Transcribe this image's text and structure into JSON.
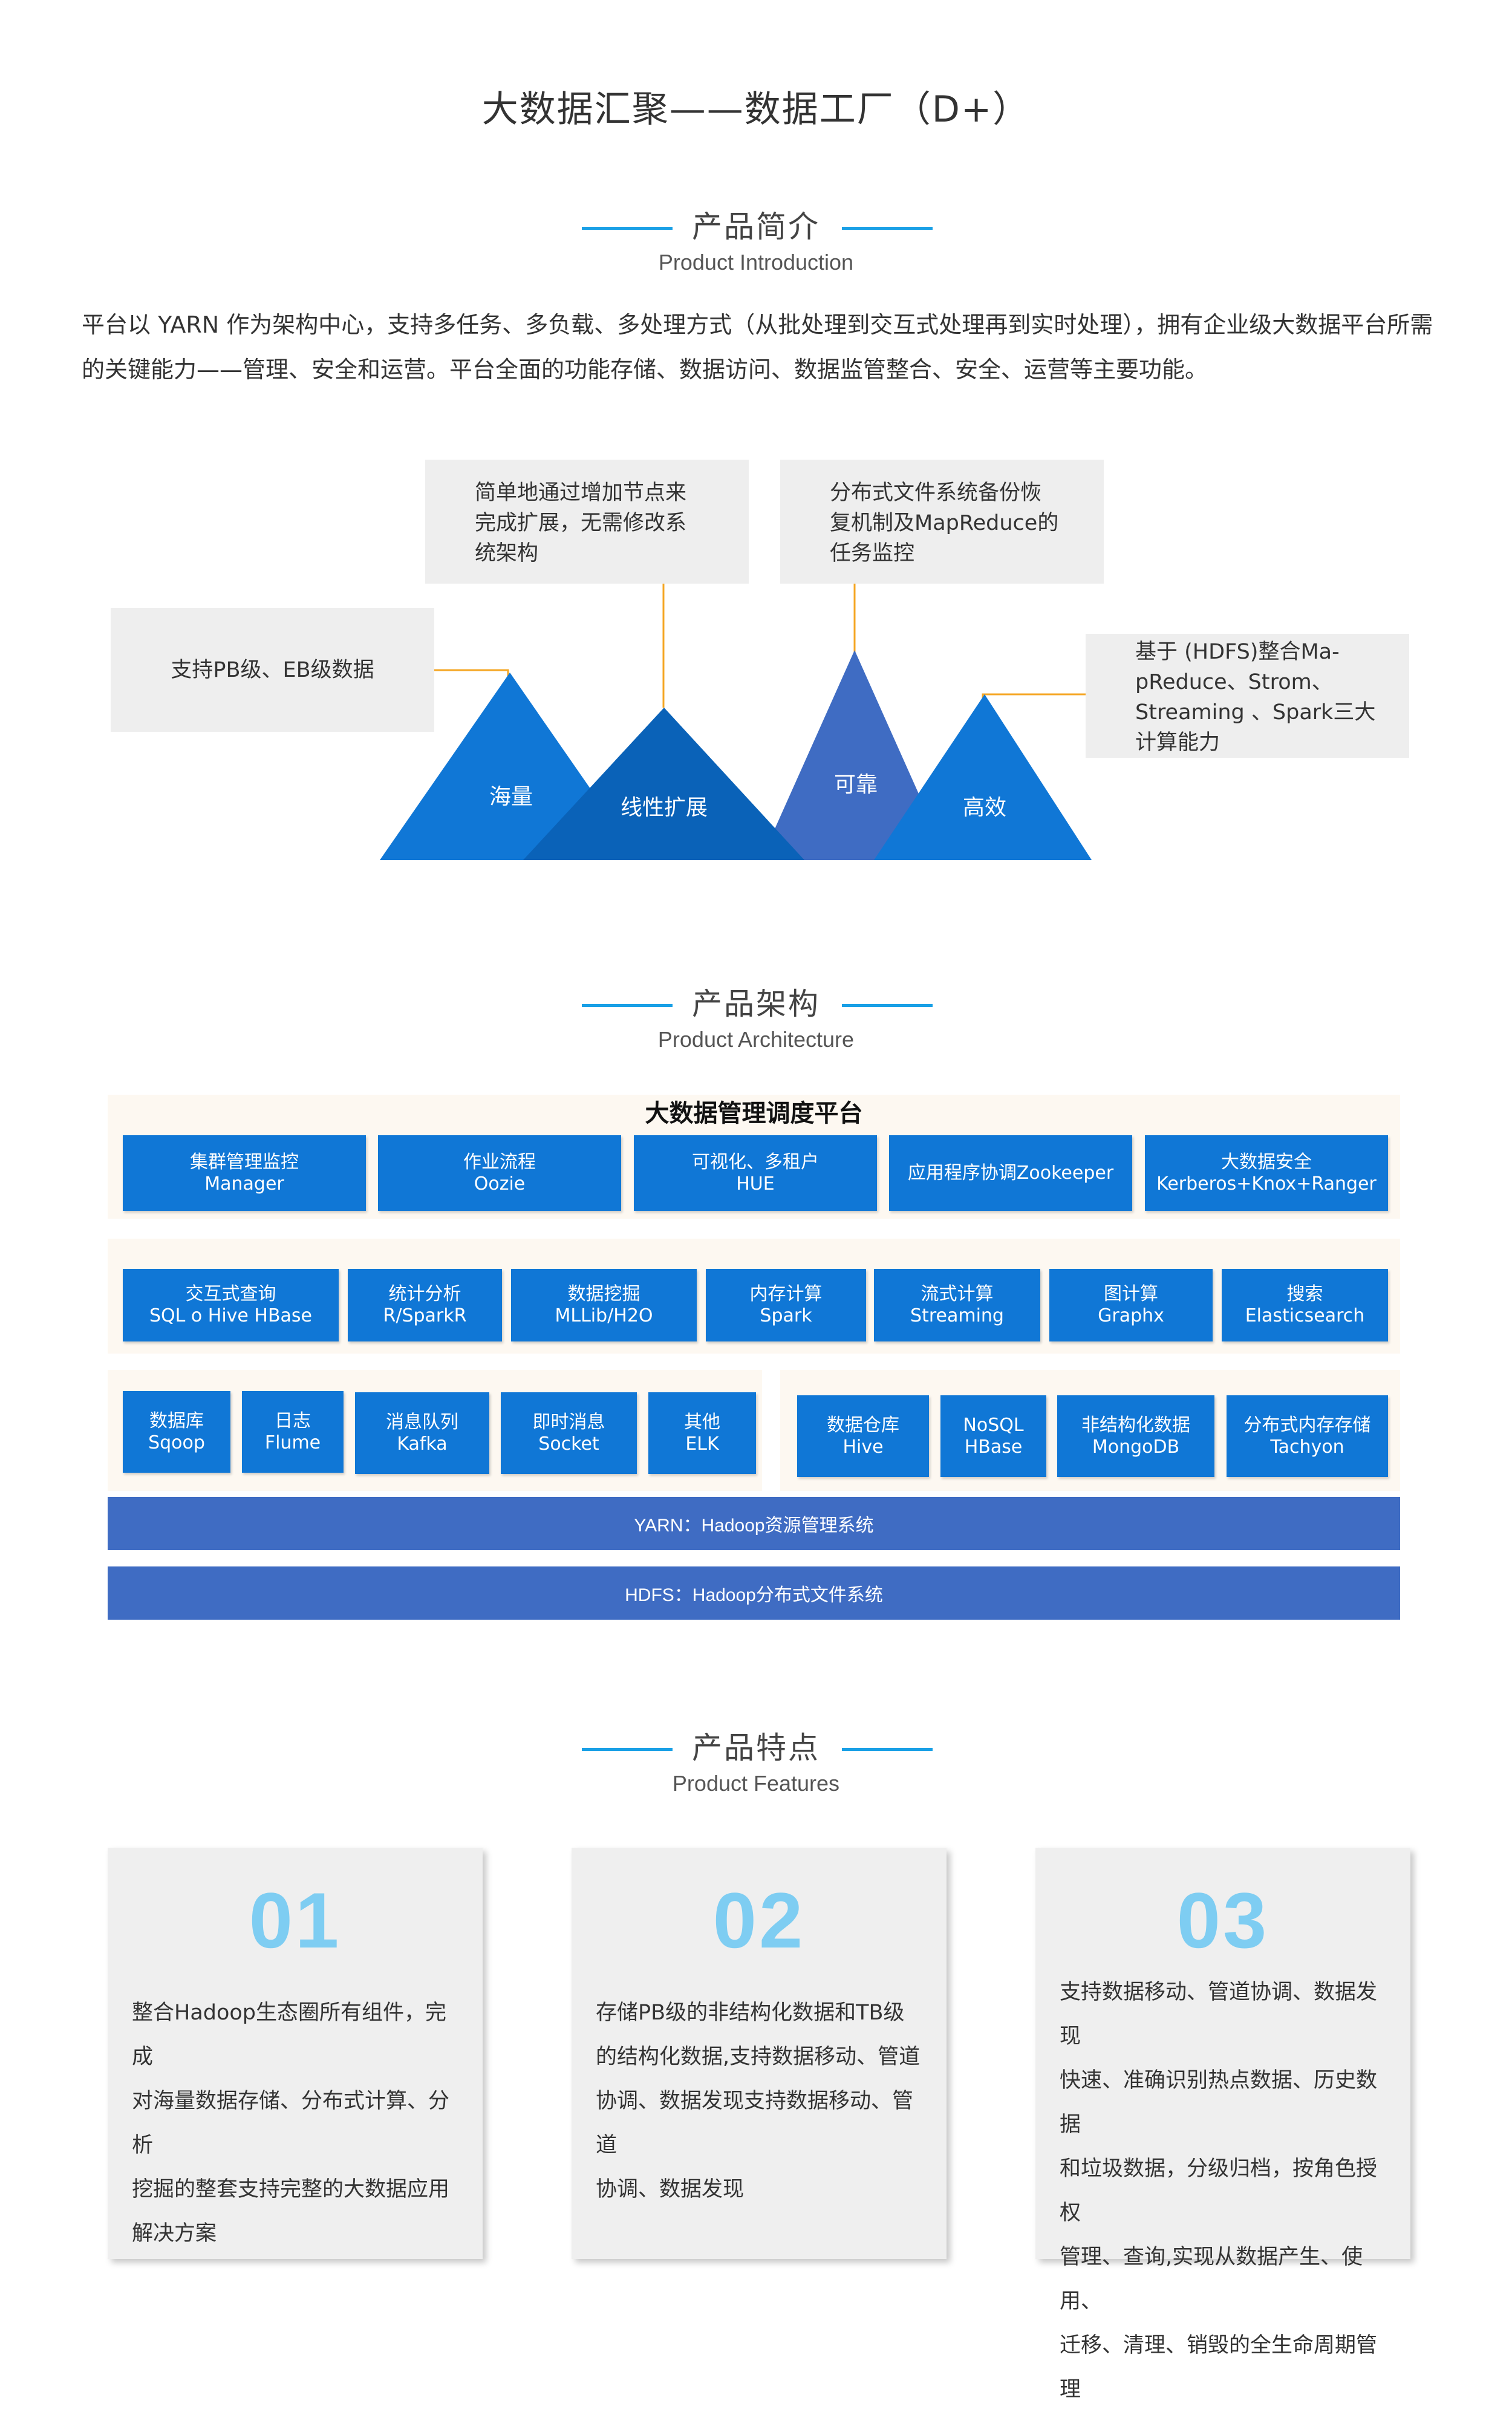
{
  "page_title": "大数据汇聚——数据工厂（D+）",
  "intro_section": {
    "title_cn": "产品简介",
    "title_en": "Product Introduction",
    "paragraph_line1": "平台以 YARN 作为架构中心，支持多任务、多负载、多处理方式（从批处理到交互式处理再到实时处理），拥有企业级大数据平台所需",
    "paragraph_line2": "的关键能力——管理、安全和运营。平台全面的功能存储、数据访问、数据监管整合、安全、运营等主要功能。"
  },
  "diagram": {
    "callouts": {
      "pb": [
        "支持PB级、EB级数据"
      ],
      "scale": [
        "简单地通过增加节点来",
        "完成扩展，无需修改系",
        "统架构"
      ],
      "backup": [
        "分布式文件系统备份恢",
        "复机制及MapReduce的",
        "任务监控"
      ],
      "hdfs": [
        "基于 (HDFS)整合Ma-",
        "pReduce、Strom、",
        "Streaming 、Spark三大",
        "计算能力"
      ]
    },
    "mountains": {
      "massive": "海量",
      "linear": "线性扩展",
      "reliable": "可靠",
      "efficient": "高效"
    },
    "colors": {
      "blue": "#1077d6",
      "dark_blue": "#0a62b8",
      "indigo": "#3f6cc3",
      "callout_line": "#f5a623"
    }
  },
  "arch_section": {
    "title_cn": "产品架构",
    "title_en": "Product Architecture",
    "platform_title": "大数据管理调度平台",
    "row1": [
      [
        "集群管理监控",
        "Manager"
      ],
      [
        "作业流程",
        "Oozie"
      ],
      [
        "可视化、多租户",
        "HUE"
      ],
      [
        "应用程序协调Zookeeper"
      ],
      [
        "大数据安全",
        "Kerberos+Knox+Ranger"
      ]
    ],
    "row2": [
      [
        "交互式查询",
        "SQL o Hive HBase"
      ],
      [
        "统计分析",
        "R/SparkR"
      ],
      [
        "数据挖掘",
        "MLLib/H2O"
      ],
      [
        "内存计算",
        "Spark"
      ],
      [
        "流式计算",
        "Streaming"
      ],
      [
        "图计算",
        "Graphx"
      ],
      [
        "搜索",
        "Elasticsearch"
      ]
    ],
    "row3_left": [
      [
        "数据库",
        "Sqoop"
      ],
      [
        "日志",
        "Flume"
      ],
      [
        "消息队列",
        "Kafka"
      ],
      [
        "即时消息",
        "Socket"
      ],
      [
        "其他",
        "ELK"
      ]
    ],
    "row3_right": [
      [
        "数据仓库",
        "Hive"
      ],
      [
        "NoSQL",
        "HBase"
      ],
      [
        "非结构化数据",
        "MongoDB"
      ],
      [
        "分布式内存存储",
        "Tachyon"
      ]
    ],
    "yarn_bar": "YARN：Hadoop资源管理系统",
    "hdfs_bar": "HDFS：Hadoop分布式文件系统"
  },
  "features_section": {
    "title_cn": "产品特点",
    "title_en": "Product Features",
    "cards": [
      {
        "num": "01",
        "lines": [
          "整合Hadoop生态圈所有组件，完成",
          "对海量数据存储、分布式计算、分析",
          "挖掘的整套支持完整的大数据应用",
          "解决方案"
        ]
      },
      {
        "num": "02",
        "lines": [
          "存储PB级的非结构化数据和TB级",
          "的结构化数据,支持数据移动、管道",
          "协调、数据发现支持数据移动、管道",
          "协调、数据发现"
        ]
      },
      {
        "num": "03",
        "lines": [
          "支持数据移动、管道协调、数据发现",
          "快速、准确识别热点数据、历史数据",
          "和垃圾数据，分级归档，按角色授权",
          "管理、查询,实现从数据产生、使用、",
          "迁移、清理、销毁的全生命周期管理"
        ]
      }
    ]
  }
}
